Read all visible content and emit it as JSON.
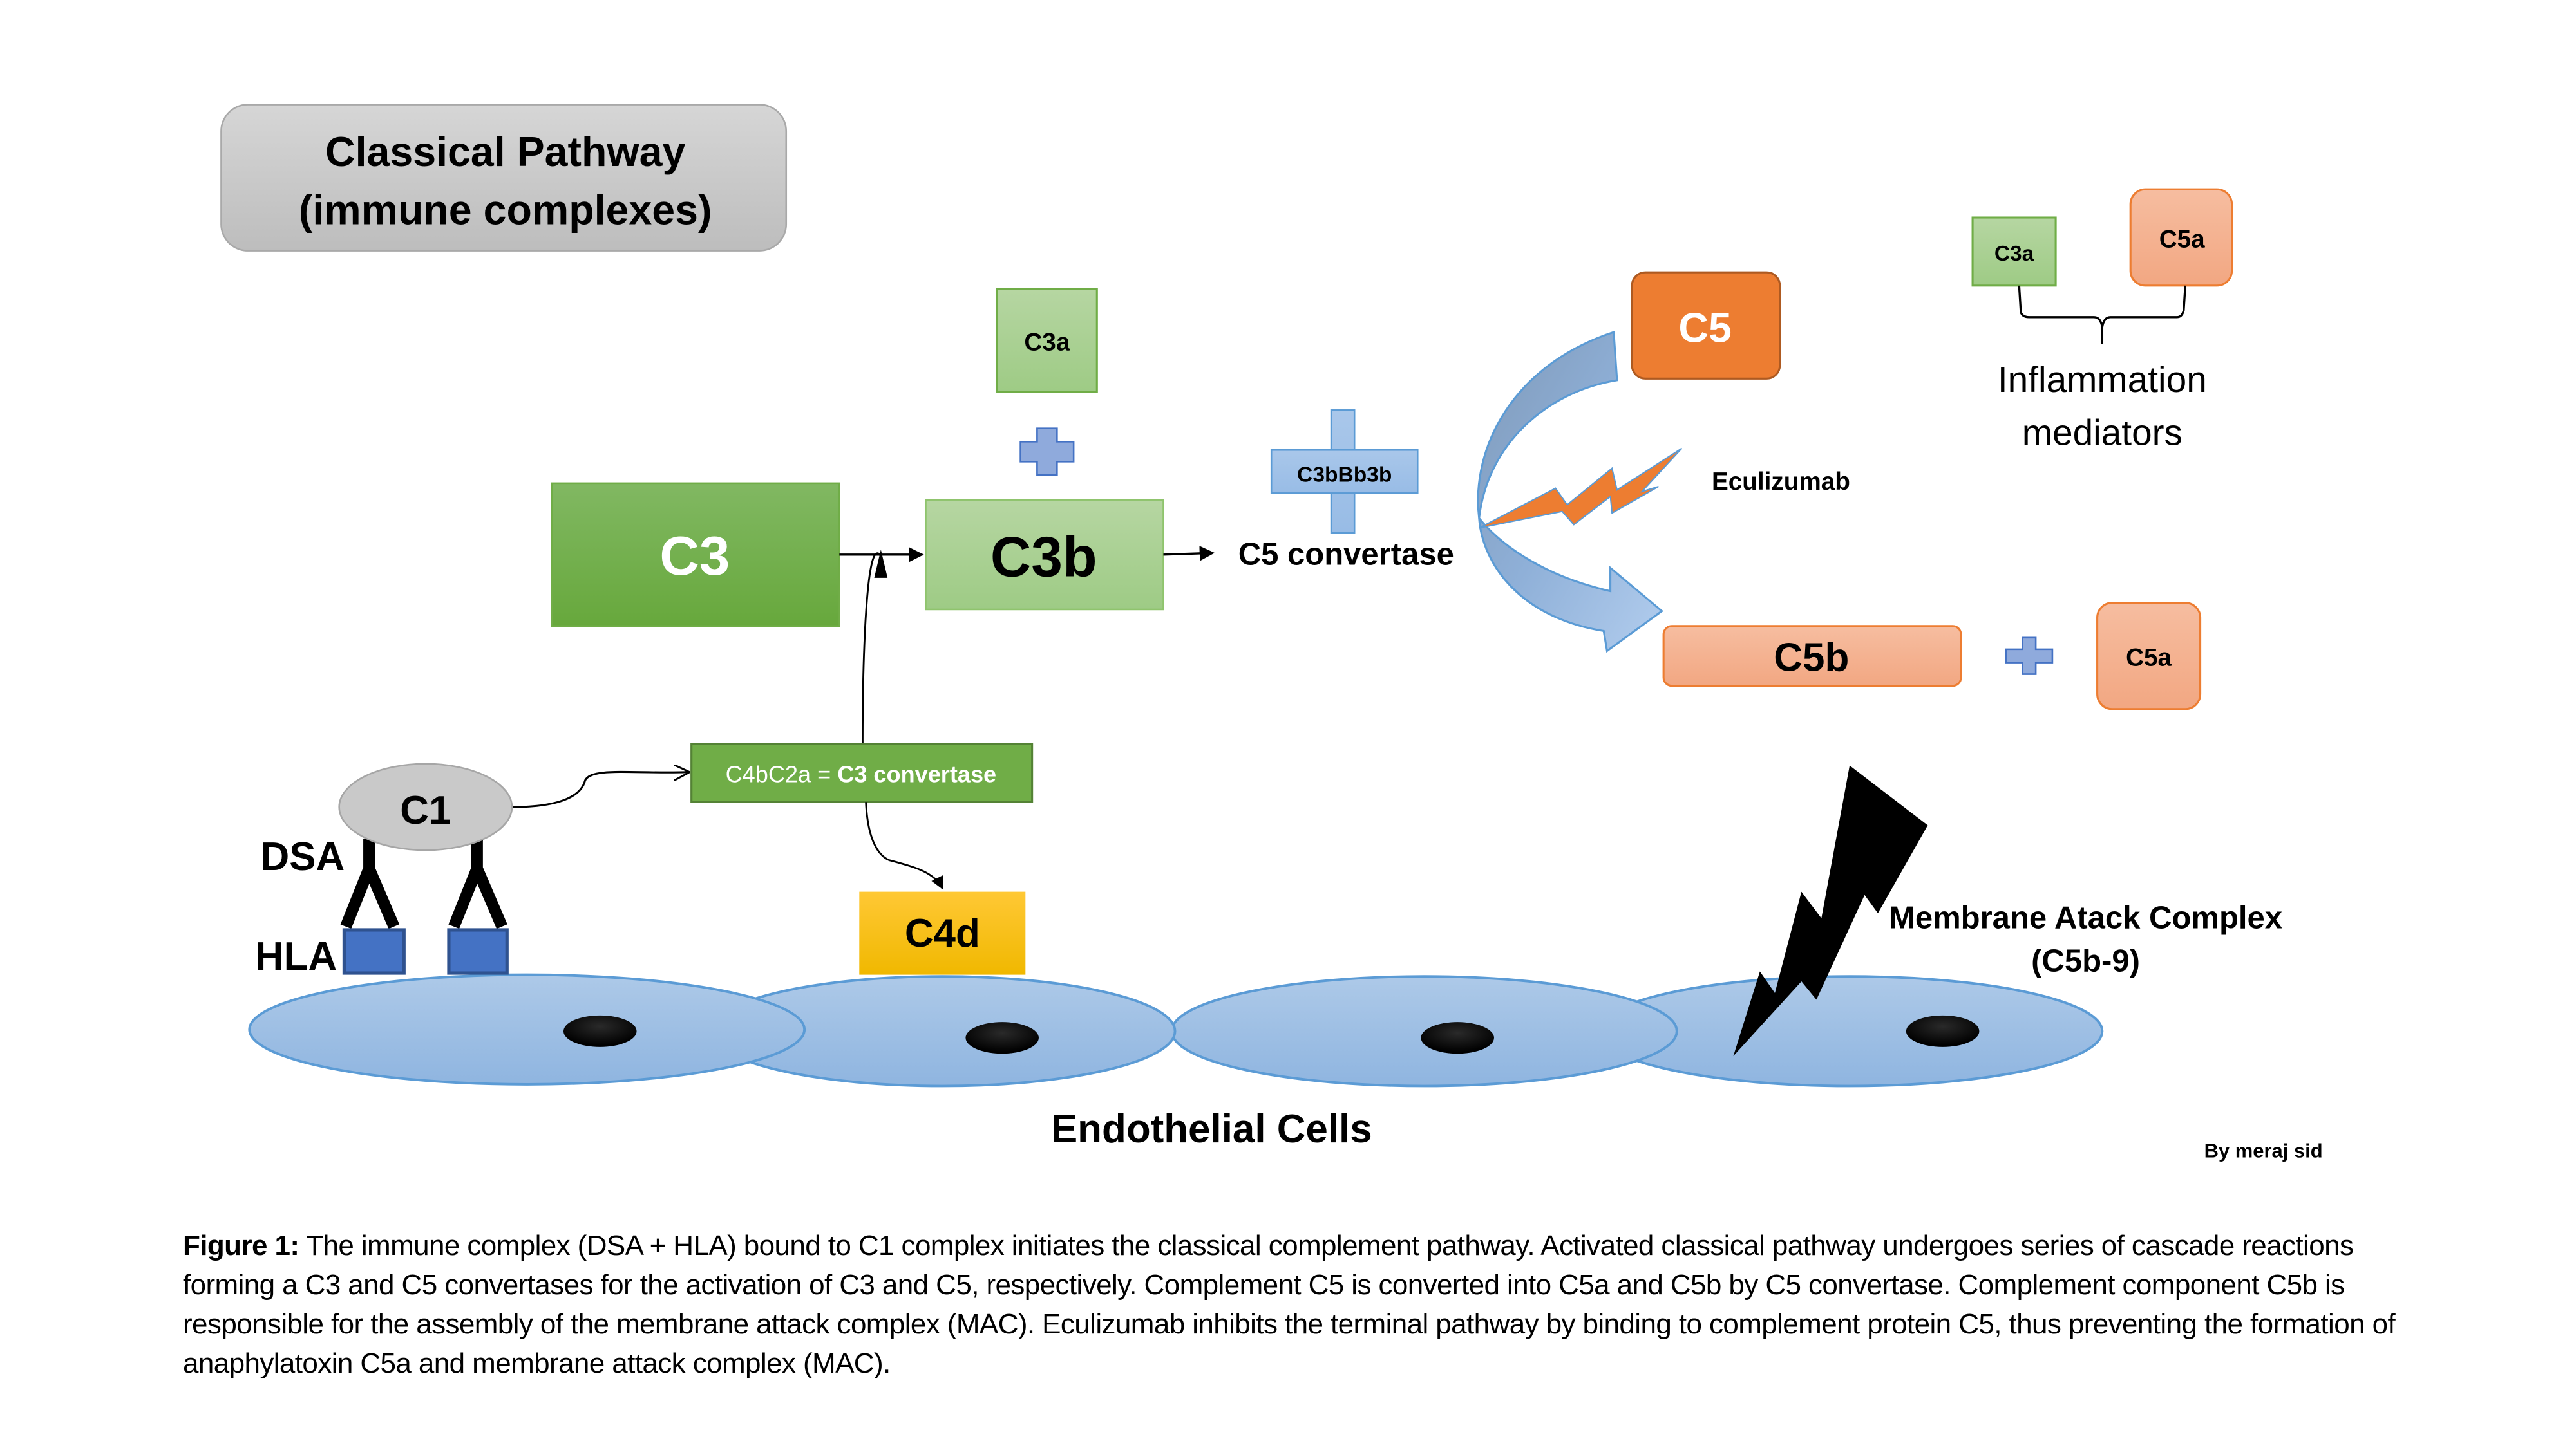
{
  "title_box": {
    "line1": "Classical Pathway",
    "line2": "(immune complexes)"
  },
  "nodes": {
    "c3": "C3",
    "c3b": "C3b",
    "c3a_top": "C3a",
    "c5_convertase_label": "C5 convertase",
    "c3bbb3b": "C3bBb3b",
    "c5": "C5",
    "eculizumab": "Eculizumab",
    "c5b": "C5b",
    "c5a_bottom": "C5a",
    "c3a_right": "C3a",
    "c5a_right": "C5a",
    "inflammation_line1": "Inflammation",
    "inflammation_line2": "mediators",
    "c3_convertase_prefix": "C4bC2a = ",
    "c3_convertase_bold": "C3 convertase",
    "c1": "C1",
    "dsa": "DSA",
    "hla": "HLA",
    "c4d": "C4d",
    "mac_line1": "Membrane Atack Complex",
    "mac_line2": "(C5b-9)",
    "endothelial_label": "Endothelial Cells",
    "author": "By meraj sid"
  },
  "icons": {
    "plus": "plus-icon",
    "lightning_orange": "lightning-bolt-icon",
    "lightning_black": "lightning-bolt-icon",
    "curved_arrow": "curved-arrow-icon",
    "brace": "curly-brace-icon"
  },
  "colors": {
    "green_dark": "#70ad47",
    "green_light": "#a9d18e",
    "orange": "#ed7d31",
    "salmon": "#f4b183",
    "blue_cell": "#9dc3e6",
    "blue_plus": "#8faadc",
    "yellow": "#ffc000",
    "gray": "#c9c9c9",
    "hla_blue": "#4472c4"
  },
  "caption": {
    "label": "Figure 1:",
    "text": " The immune complex (DSA + HLA) bound to C1 complex initiates the classical complement pathway. Activated classical pathway undergoes series of cascade reactions forming a C3 and C5 convertases for the activation of C3 and C5, respectively. Complement C5 is converted into C5a and C5b by C5 convertase. Complement component C5b is responsible for the assembly of the membrane attack complex (MAC). Eculizumab inhibits the terminal pathway by binding to complement protein C5, thus preventing the formation of anaphylatoxin C5a and membrane attack complex (MAC)."
  }
}
